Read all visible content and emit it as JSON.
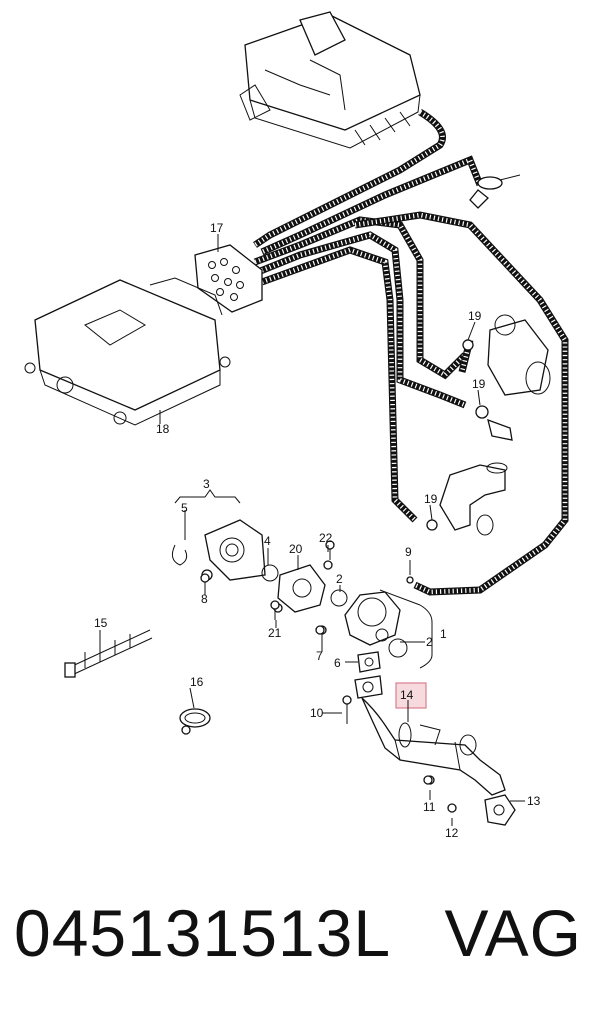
{
  "callouts": {
    "c1": "1",
    "c2a": "2",
    "c2b": "2",
    "c3": "3",
    "c4": "4",
    "c5": "5",
    "c6": "6",
    "c7": "7",
    "c8": "8",
    "c9": "9",
    "c10": "10",
    "c11": "11",
    "c12": "12",
    "c13": "13",
    "c14": "14",
    "c15": "15",
    "c16": "16",
    "c17": "17",
    "c18": "18",
    "c19a": "19",
    "c19b": "19",
    "c19c": "19",
    "c20": "20",
    "c21": "21",
    "c22": "22"
  },
  "highlight_color": "#d88090",
  "caption": {
    "part_number": "045131513L",
    "brand": "VAG"
  }
}
